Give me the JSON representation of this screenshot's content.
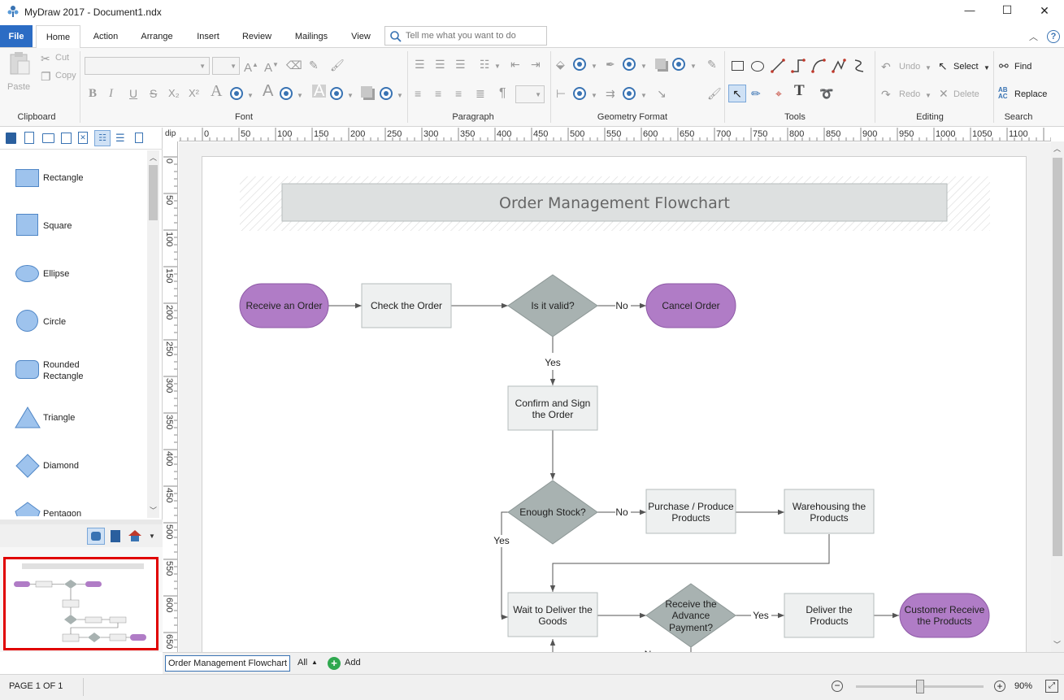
{
  "app": {
    "title": "MyDraw 2017 - Document1.ndx"
  },
  "window_controls": {
    "minimize": "—",
    "maximize": "☐",
    "close": "✕"
  },
  "tabs": [
    {
      "label": "File"
    },
    {
      "label": "Home"
    },
    {
      "label": "Action"
    },
    {
      "label": "Arrange"
    },
    {
      "label": "Insert"
    },
    {
      "label": "Review"
    },
    {
      "label": "Mailings"
    },
    {
      "label": "View"
    }
  ],
  "search": {
    "placeholder": "Tell me what you want to do"
  },
  "ribbon": {
    "clipboard": {
      "label": "Clipboard",
      "paste": "Paste",
      "cut": "Cut",
      "copy": "Copy"
    },
    "font": {
      "label": "Font",
      "bold": "B",
      "italic": "I",
      "underline": "U",
      "strike": "S",
      "sub": "X₂",
      "sup": "X²",
      "big_a": "A"
    },
    "paragraph": {
      "label": "Paragraph",
      "pilcrow": "¶"
    },
    "geometry": {
      "label": "Geometry Format"
    },
    "tools": {
      "label": "Tools",
      "text_tool": "T"
    },
    "editing": {
      "label": "Editing",
      "undo": "Undo",
      "redo": "Redo",
      "select": "Select",
      "delete": "Delete"
    },
    "search_group": {
      "label": "Search",
      "find": "Find",
      "replace": "Replace"
    }
  },
  "shapes": [
    {
      "label": "Rectangle",
      "icon": "rectangle-shape-icon"
    },
    {
      "label": "Square",
      "icon": "square-shape-icon"
    },
    {
      "label": "Ellipse",
      "icon": "ellipse-shape-icon"
    },
    {
      "label": "Circle",
      "icon": "circle-shape-icon"
    },
    {
      "label": "Rounded Rectangle",
      "icon": "rounded-rectangle-shape-icon"
    },
    {
      "label": "Triangle",
      "icon": "triangle-shape-icon"
    },
    {
      "label": "Diamond",
      "icon": "diamond-shape-icon"
    },
    {
      "label": "Pentagon",
      "icon": "pentagon-shape-icon"
    }
  ],
  "ruler": {
    "unit": "dip",
    "top_ticks": [
      "0",
      "50",
      "100",
      "150",
      "200",
      "250",
      "300",
      "350",
      "400",
      "450",
      "500",
      "550",
      "600",
      "650",
      "700",
      "750",
      "800",
      "850",
      "900",
      "950",
      "1000",
      "1050",
      "1100"
    ],
    "left_ticks": [
      "0",
      "50",
      "100",
      "150",
      "200",
      "250",
      "300",
      "350",
      "400",
      "450",
      "500",
      "550",
      "600",
      "650"
    ]
  },
  "diagram": {
    "title": "Order Management Flowchart",
    "nodes": {
      "receive": "Receive an Order",
      "check": "Check the Order",
      "valid": "Is it valid?",
      "cancel": "Cancel Order",
      "confirm_1": "Confirm and Sign",
      "confirm_2": "the Order",
      "stock": "Enough Stock?",
      "purchase_1": "Purchase / Produce",
      "purchase_2": "Products",
      "warehouse_1": "Warehousing the",
      "warehouse_2": "Products",
      "wait_1": "Wait to Deliver the",
      "wait_2": "Goods",
      "advance_1": "Receive the",
      "advance_2": "Advance",
      "advance_3": "Payment?",
      "deliver_1": "Deliver the",
      "deliver_2": "Products",
      "customer_1": "Customer Receive",
      "customer_2": "the Products"
    },
    "edges": {
      "no1": "No",
      "yes1": "Yes",
      "no2": "No",
      "yes2": "Yes",
      "yes3": "Yes",
      "no3": "N"
    },
    "colors": {
      "terminal": "#b07cc6",
      "process": "#eef0f0",
      "decision": "#a8b2b1",
      "title_bg": "#dde0e0"
    }
  },
  "sheet_tabs": {
    "active": "Order Management Flowchart",
    "all": "All",
    "add": "Add"
  },
  "status": {
    "page": "PAGE 1 OF 1",
    "zoom": "90%",
    "zoom_level": 0.9
  }
}
